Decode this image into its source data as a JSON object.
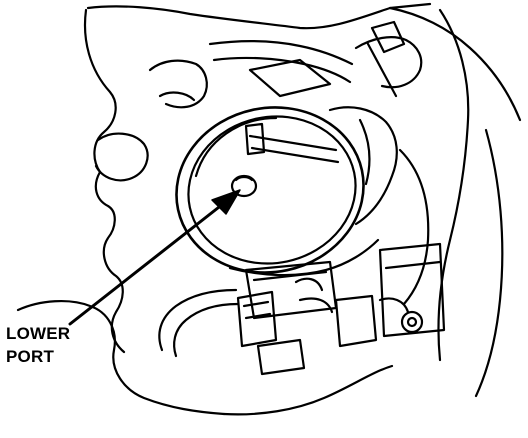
{
  "diagram": {
    "callout": {
      "line1": "LOWER",
      "line2": "PORT",
      "points_to": "lower-port"
    },
    "line_color": "#000000",
    "background_color": "#ffffff"
  }
}
